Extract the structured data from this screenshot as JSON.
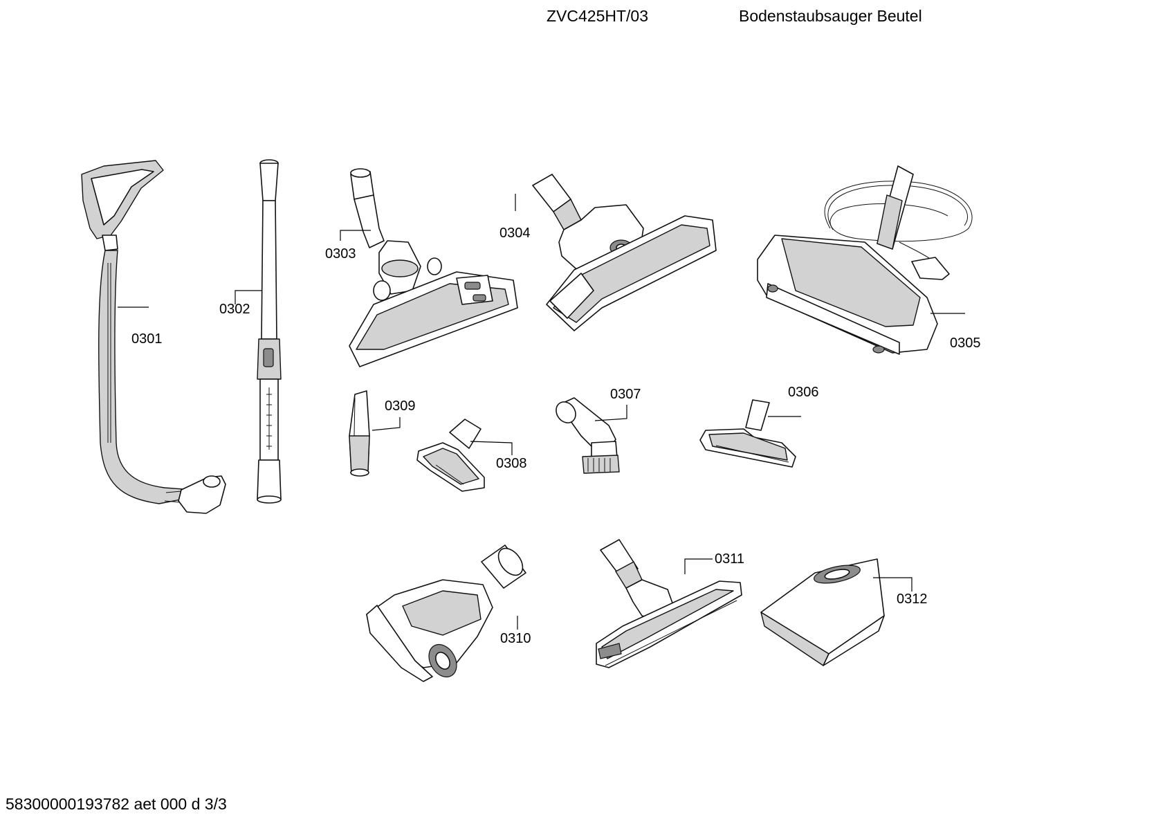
{
  "header": {
    "model": "ZVC425HT/03",
    "description": "Bodenstaubsauger Beutel"
  },
  "footer": {
    "document_ref": "58300000193782 aet 000 d 3/3"
  },
  "parts": [
    {
      "id": "0301",
      "label": "0301",
      "icon": "hose-icon"
    },
    {
      "id": "0302",
      "label": "0302",
      "icon": "telescopic-tube-icon"
    },
    {
      "id": "0303",
      "label": "0303",
      "icon": "floor-nozzle-icon"
    },
    {
      "id": "0304",
      "label": "0304",
      "icon": "turbo-nozzle-icon"
    },
    {
      "id": "0305",
      "label": "0305",
      "icon": "electro-brush-icon"
    },
    {
      "id": "0306",
      "label": "0306",
      "icon": "upholstery-nozzle-icon"
    },
    {
      "id": "0307",
      "label": "0307",
      "icon": "dusting-brush-icon"
    },
    {
      "id": "0308",
      "label": "0308",
      "icon": "upholstery-nozzle-small-icon"
    },
    {
      "id": "0309",
      "label": "0309",
      "icon": "crevice-nozzle-icon"
    },
    {
      "id": "0310",
      "label": "0310",
      "icon": "turbo-brush-icon"
    },
    {
      "id": "0311",
      "label": "0311",
      "icon": "parquet-nozzle-icon"
    },
    {
      "id": "0312",
      "label": "0312",
      "icon": "dust-bag-icon"
    }
  ]
}
